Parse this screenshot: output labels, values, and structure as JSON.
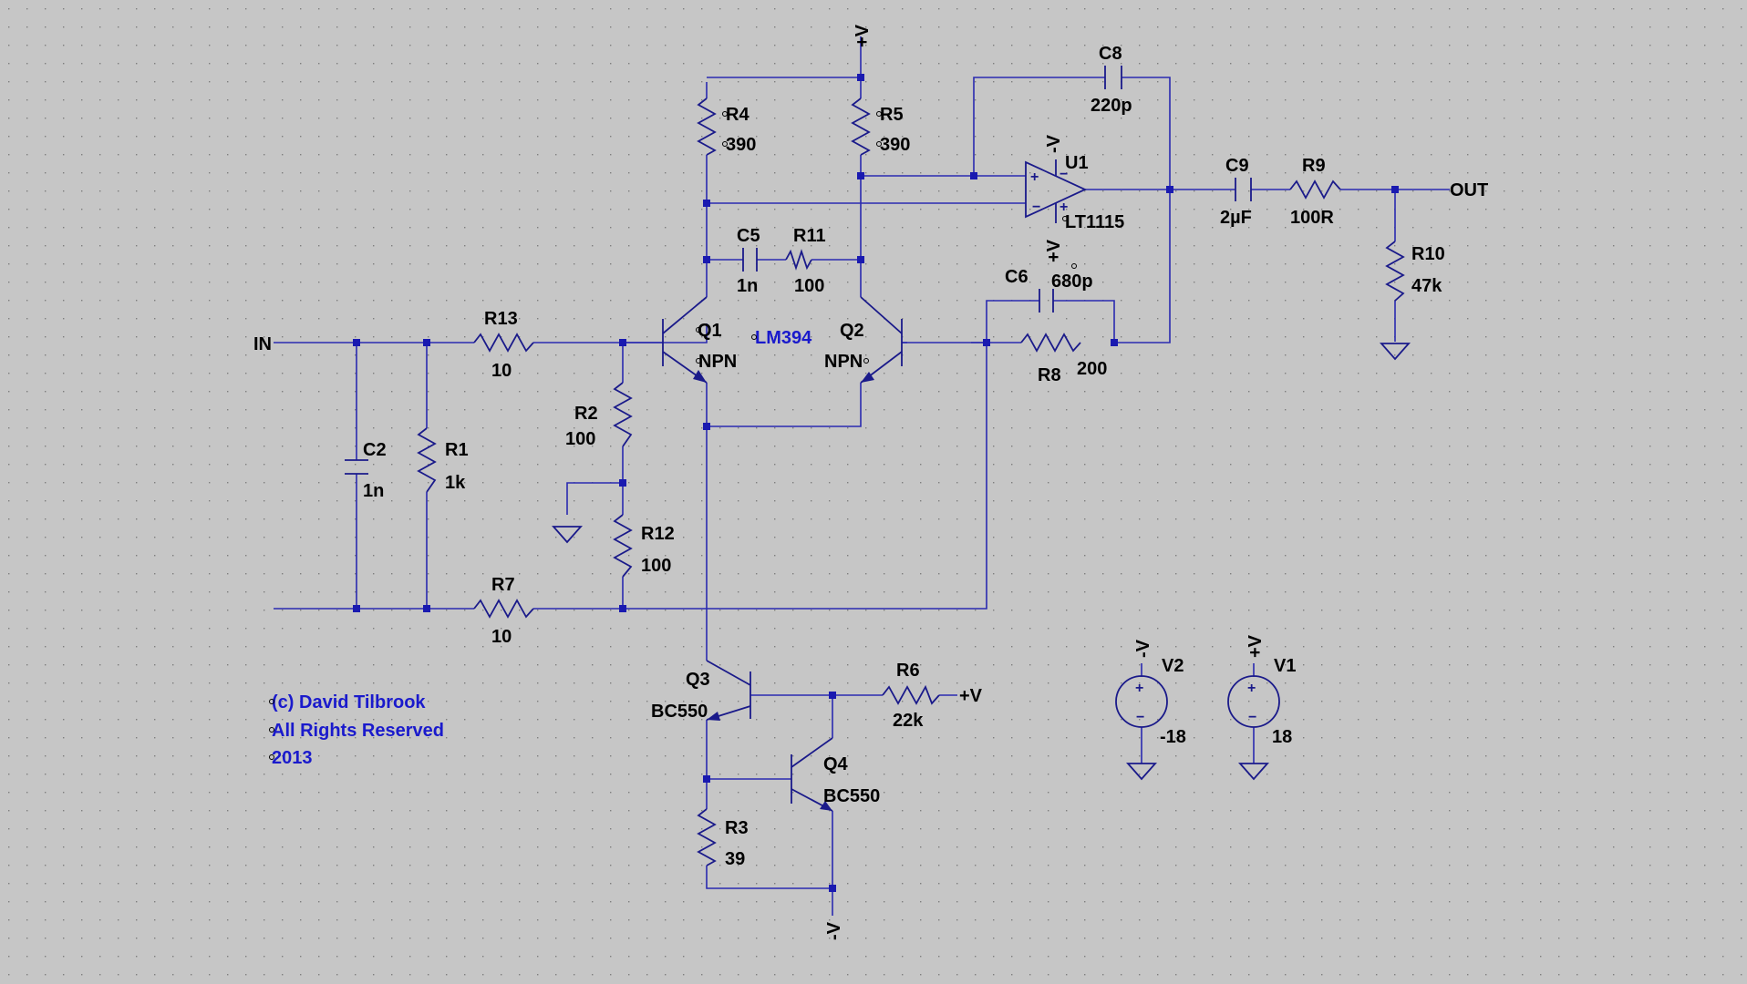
{
  "title": "",
  "ports": {
    "in": "IN",
    "out": "OUT"
  },
  "rails": {
    "pos": "+V",
    "neg": "-V"
  },
  "resistors": {
    "r1": {
      "ref": "R1",
      "value": "1k"
    },
    "r2": {
      "ref": "R2",
      "value": "100"
    },
    "r3": {
      "ref": "R3",
      "value": "39"
    },
    "r4": {
      "ref": "R4",
      "value": "390"
    },
    "r5": {
      "ref": "R5",
      "value": "390"
    },
    "r6": {
      "ref": "R6",
      "value": "22k"
    },
    "r7": {
      "ref": "R7",
      "value": "10"
    },
    "r8": {
      "ref": "R8",
      "value": "200"
    },
    "r9": {
      "ref": "R9",
      "value": "100R"
    },
    "r10": {
      "ref": "R10",
      "value": "47k"
    },
    "r11": {
      "ref": "R11",
      "value": "100"
    },
    "r12": {
      "ref": "R12",
      "value": "100"
    },
    "r13": {
      "ref": "R13",
      "value": "10"
    }
  },
  "capacitors": {
    "c2": {
      "ref": "C2",
      "value": "1n"
    },
    "c5": {
      "ref": "C5",
      "value": "1n"
    },
    "c6": {
      "ref": "C6",
      "value": "680p"
    },
    "c8": {
      "ref": "C8",
      "value": "220p"
    },
    "c9": {
      "ref": "C9",
      "value": "2µF"
    }
  },
  "transistors": {
    "q1": {
      "ref": "Q1",
      "type": "NPN"
    },
    "q2": {
      "ref": "Q2",
      "type": "NPN"
    },
    "q3": {
      "ref": "Q3",
      "type": "BC550"
    },
    "q4": {
      "ref": "Q4",
      "type": "BC550"
    },
    "pair": "LM394"
  },
  "opamp": {
    "ref": "U1",
    "part": "LT1115"
  },
  "sources": {
    "v1": {
      "ref": "V1",
      "value": "18"
    },
    "v2": {
      "ref": "V2",
      "value": "-18"
    }
  },
  "copyright": {
    "line1": "(c) David Tilbrook",
    "line2": "All Rights Reserved",
    "line3": "2013"
  },
  "colors": {
    "background": "#c6c6c6",
    "wire": "#2a2ab0",
    "component": "#1a1a8a",
    "text": "#000000",
    "comment": "#1a1acc"
  }
}
